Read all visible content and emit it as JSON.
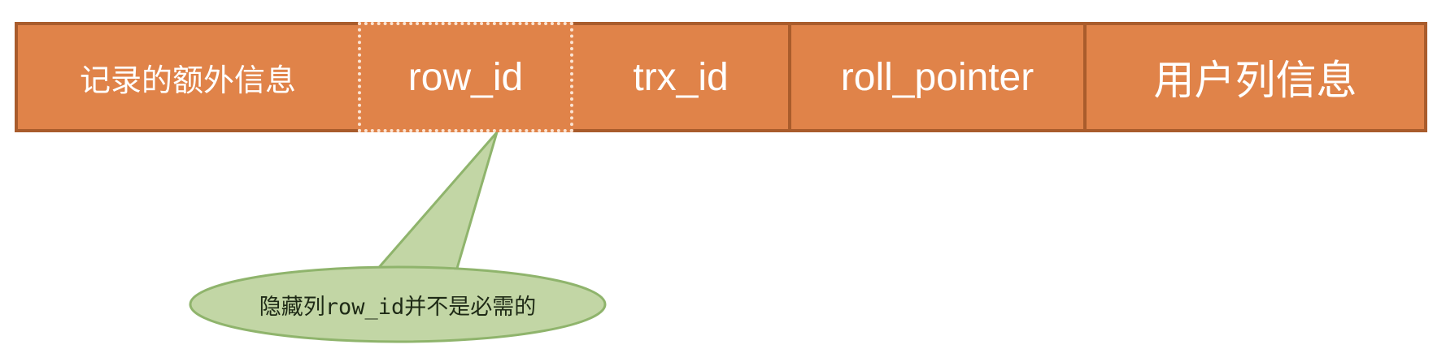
{
  "record": {
    "fields": [
      {
        "label": "记录的额外信息"
      },
      {
        "label": "row_id"
      },
      {
        "label": "trx_id"
      },
      {
        "label": "roll_pointer"
      },
      {
        "label": "用户列信息"
      }
    ]
  },
  "callout": {
    "text": "隐藏列row_id并不是必需的"
  },
  "colors": {
    "field_fill": "#e08349",
    "field_border": "#a95c2c",
    "callout_fill": "#c2d6a5",
    "callout_border": "#8fb46c"
  }
}
